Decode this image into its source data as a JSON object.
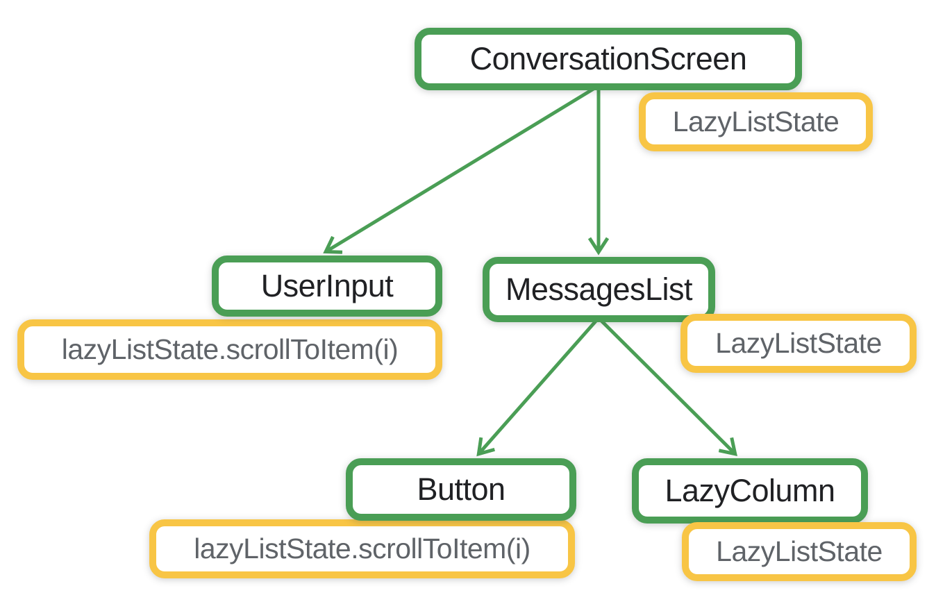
{
  "diagram": {
    "type": "component-tree",
    "nodes": [
      {
        "id": "conversation-screen",
        "label": "ConversationScreen"
      },
      {
        "id": "user-input",
        "label": "UserInput"
      },
      {
        "id": "messages-list",
        "label": "MessagesList"
      },
      {
        "id": "button",
        "label": "Button"
      },
      {
        "id": "lazy-column",
        "label": "LazyColumn"
      }
    ],
    "states": [
      {
        "id": "state-conversation-screen",
        "attached_to": "ConversationScreen",
        "label": "LazyListState"
      },
      {
        "id": "state-user-input",
        "attached_to": "UserInput",
        "label": "lazyListState.scrollToItem(i)"
      },
      {
        "id": "state-messages-list",
        "attached_to": "MessagesList",
        "label": "LazyListState"
      },
      {
        "id": "state-button",
        "attached_to": "Button",
        "label": "lazyListState.scrollToItem(i)"
      },
      {
        "id": "state-lazy-column",
        "attached_to": "LazyColumn",
        "label": "LazyListState"
      }
    ],
    "edges": [
      {
        "from": "ConversationScreen",
        "to": "UserInput"
      },
      {
        "from": "ConversationScreen",
        "to": "MessagesList"
      },
      {
        "from": "MessagesList",
        "to": "Button"
      },
      {
        "from": "MessagesList",
        "to": "LazyColumn"
      }
    ],
    "colors": {
      "node_border": "#4A9E55",
      "state_border": "#F8C545",
      "node_text": "#202124",
      "state_text": "#5F6368",
      "edge": "#4A9E55",
      "background": "#FFFFFF"
    }
  }
}
